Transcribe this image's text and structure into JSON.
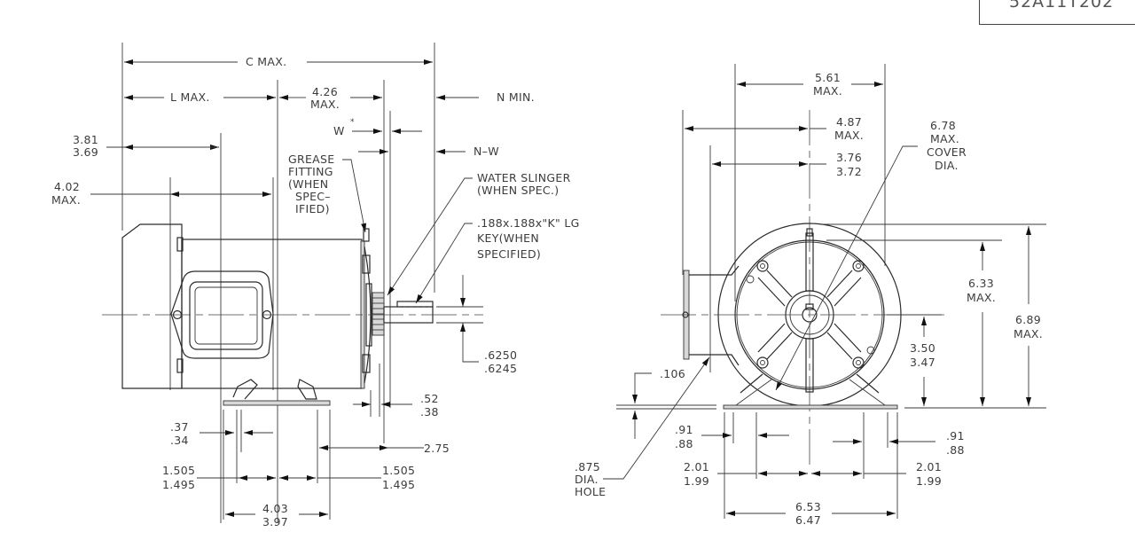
{
  "drawing": {
    "title_block": {
      "number": "52A11T202"
    },
    "side_view": {
      "labels": {
        "c_max": "C MAX.",
        "l_max": "L MAX.",
        "dim_4_26": [
          "4.26",
          "MAX."
        ],
        "n_min": "N MIN.",
        "w": "W",
        "w_star": "*",
        "n_w": "N–W",
        "dim_3_81": [
          "3.81",
          "3.69"
        ],
        "dim_4_02": [
          "4.02",
          "MAX."
        ],
        "grease_fitting": [
          "GREASE",
          "FITTING",
          "(WHEN",
          "SPEC–",
          "IFIED)"
        ],
        "water_slinger": [
          "WATER SLINGER",
          "(WHEN SPEC.)"
        ],
        "key": [
          ".188x.188x\"K\" LG",
          "KEY(WHEN",
          "SPECIFIED)"
        ],
        "shaft_dia": [
          ".6250",
          ".6245"
        ],
        "dim_52": [
          ".52",
          ".38"
        ],
        "dim_37": [
          ".37",
          ".34"
        ],
        "dim_2_75": "2.75",
        "dim_1_505_left": [
          "1.505",
          "1.495"
        ],
        "dim_1_505_right": [
          "1.505",
          "1.495"
        ],
        "dim_4_03": [
          "4.03",
          "3.97"
        ]
      }
    },
    "end_view": {
      "labels": {
        "dim_5_61": [
          "5.61",
          "MAX."
        ],
        "dim_4_87": [
          "4.87",
          "MAX."
        ],
        "dim_3_76": [
          "3.76",
          "3.72"
        ],
        "cover_dia": [
          "6.78",
          "MAX.",
          "COVER",
          "DIA."
        ],
        "dim_6_33": [
          "6.33",
          "MAX."
        ],
        "dim_6_89": [
          "6.89",
          "MAX."
        ],
        "dim_3_50": [
          "3.50",
          "3.47"
        ],
        "dim_106": ".106",
        "hole": [
          ".875",
          "DIA.",
          "HOLE"
        ],
        "dim_91_left": [
          ".91",
          ".88"
        ],
        "dim_91_right": [
          ".91",
          ".88"
        ],
        "dim_2_01_left": [
          "2.01",
          "1.99"
        ],
        "dim_2_01_right": [
          "2.01",
          "1.99"
        ],
        "dim_6_53": [
          "6.53",
          "6.47"
        ]
      }
    }
  }
}
